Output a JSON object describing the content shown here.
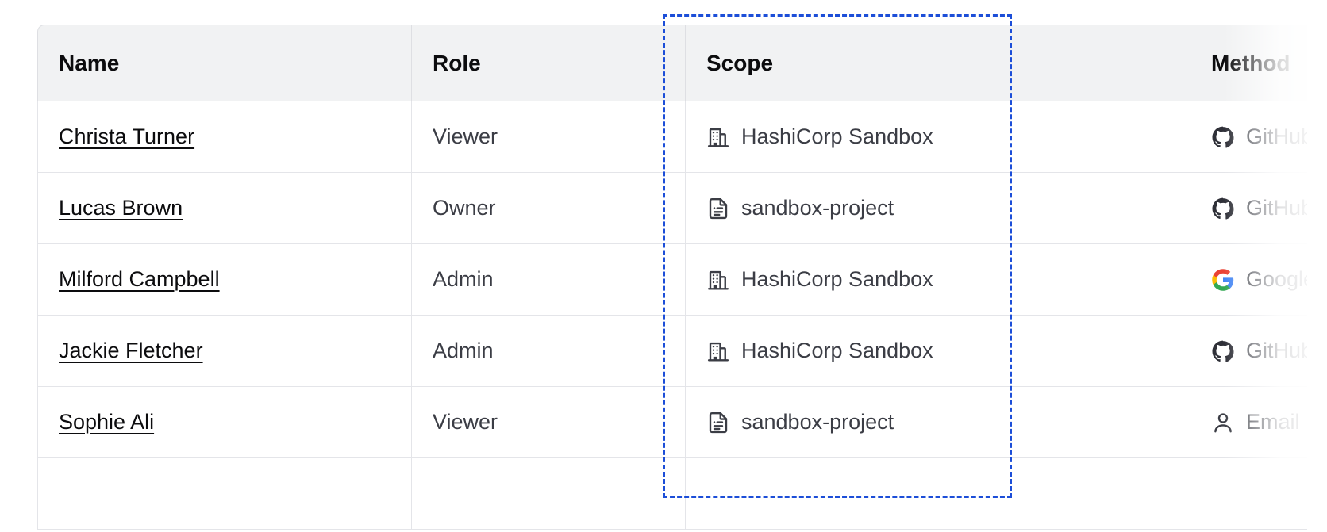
{
  "table": {
    "columns": [
      {
        "key": "name",
        "label": "Name"
      },
      {
        "key": "role",
        "label": "Role"
      },
      {
        "key": "scope",
        "label": "Scope"
      },
      {
        "key": "method",
        "label": "Method"
      }
    ],
    "rows": [
      {
        "name": "Christa Turner",
        "role": "Viewer",
        "scope": "HashiCorp Sandbox",
        "scope_icon": "organization-building-icon",
        "method": "GitHub",
        "method_icon": "github-icon"
      },
      {
        "name": "Lucas Brown",
        "role": "Owner",
        "scope": "sandbox-project",
        "scope_icon": "project-document-icon",
        "method": "GitHub",
        "method_icon": "github-icon"
      },
      {
        "name": "Milford Campbell",
        "role": "Admin",
        "scope": "HashiCorp Sandbox",
        "scope_icon": "organization-building-icon",
        "method": "Google",
        "method_icon": "google-icon"
      },
      {
        "name": "Jackie Fletcher",
        "role": "Admin",
        "scope": "HashiCorp Sandbox",
        "scope_icon": "organization-building-icon",
        "method": "GitHub",
        "method_icon": "github-icon"
      },
      {
        "name": "Sophie Ali",
        "role": "Viewer",
        "scope": "sandbox-project",
        "scope_icon": "project-document-icon",
        "method": "Email",
        "method_icon": "user-person-icon"
      },
      {
        "name": "",
        "role": "",
        "scope": "",
        "scope_icon": "",
        "method": "",
        "method_icon": ""
      }
    ]
  },
  "selection": {
    "target_column": "Scope",
    "border_color": "#1c4ed8",
    "style": "dashed"
  },
  "colors": {
    "header_bg": "#f1f2f3",
    "header_text": "#0c0c0e",
    "body_text": "#3b3d45",
    "link_text": "#0c0c0e",
    "border": "#e4e5e9",
    "accent_selection": "#1c4ed8",
    "github_icon": "#2f3038",
    "google_blue": "#4285f4",
    "google_red": "#ea4335",
    "google_yellow": "#fbbc05",
    "google_green": "#34a853"
  }
}
